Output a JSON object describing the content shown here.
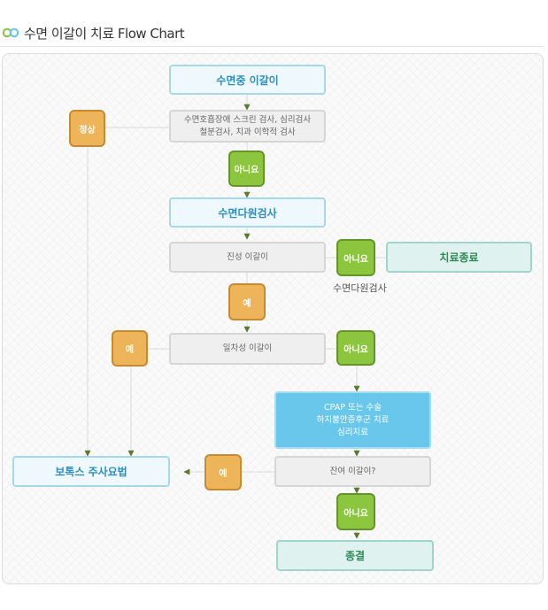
{
  "header": {
    "title": "수면 이갈이 치료 Flow Chart",
    "icon": "double-circle-logo-icon"
  },
  "colors": {
    "blue_border": "#a6d8ec",
    "blue_text": "#2c8fc2",
    "green_box": "#8cc63f",
    "orange_box": "#eeb45a",
    "teal_box": "#dff2ef",
    "cyan_box": "#6ac7ec",
    "arrow": "#5b7a2e"
  },
  "nodes": {
    "start": "수면중 이갈이",
    "screening_line1": "수면호흡장애 스크린 검사, 심리검사",
    "screening_line2": "철분검사, 치과 이학적 검사",
    "normal": "정상",
    "no1": "아니요",
    "polysomnography": "수면다원검사",
    "true_bruxism": "진성 이갈이",
    "no2": "아니요",
    "treatment_end": "치료종료",
    "polysomnography_caption": "수면다원검사",
    "yes1": "예",
    "primary_bruxism": "일차성 이갈이",
    "yes2": "예",
    "no3": "아니요",
    "therapy_line1": "CPAP 또는 수술",
    "therapy_line2": "하지불안증후군 치료",
    "therapy_line3": "심리치료",
    "residual": "잔여 이갈이?",
    "yes3": "예",
    "botox": "보톡스 주사요법",
    "no4": "아니요",
    "end": "종결"
  }
}
